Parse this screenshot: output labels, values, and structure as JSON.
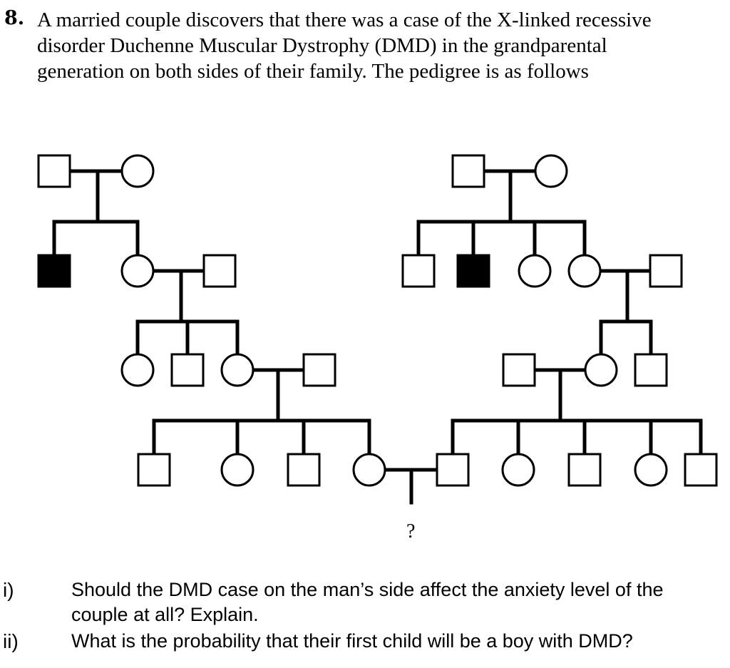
{
  "question": {
    "number": "8.",
    "lines": [
      "A married couple discovers that there was a case of the X-linked recessive",
      "disorder Duchenne Muscular Dystrophy (DMD) in the grandparental",
      "generation on both sides of their family.  The pedigree is as follows"
    ]
  },
  "pedigree": {
    "unknown_child_label": "?",
    "affected_fill": "#000000",
    "line_color": "#000000"
  },
  "subquestions": [
    {
      "label": "i)",
      "lines": [
        "Should the DMD case on the man’s side affect the anxiety level of the",
        "couple at all? Explain."
      ]
    },
    {
      "label": "ii)",
      "lines": [
        "What is the probability that their first child will be a boy with DMD?"
      ]
    }
  ]
}
